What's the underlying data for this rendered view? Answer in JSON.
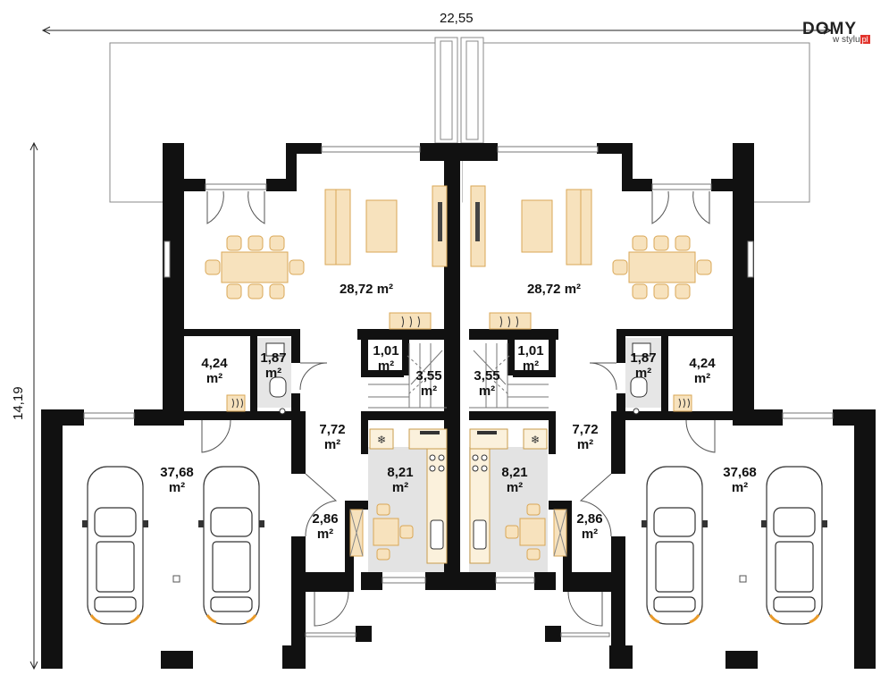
{
  "logo": {
    "brand": "DOMY",
    "tagline": "w stylu",
    "tld": "pl"
  },
  "dimensions": {
    "width": "22,55",
    "depth": "14,19"
  },
  "unit": "m²",
  "rooms_left": {
    "living": "28,72",
    "storage": "4,24",
    "wc": "1,87",
    "closet": "1,01",
    "stairs": "3,55",
    "hall": "7,72",
    "kitchen": "8,21",
    "vestibule": "2,86",
    "garage": "37,68"
  },
  "rooms_right": {
    "living": "28,72",
    "storage": "4,24",
    "wc": "1,87",
    "closet": "1,01",
    "stairs": "3,55",
    "hall": "7,72",
    "kitchen": "8,21",
    "vestibule": "2,86",
    "garage": "37,68"
  },
  "icons": [
    "boiler-icon",
    "fireplace-icon",
    "fridge-icon",
    "car-icon",
    "sink-icon",
    "toilet-icon",
    "stove-icon"
  ],
  "colors": {
    "wall": "#111111",
    "furniture": "#f7e2bd",
    "furniture_edge": "#d9a756",
    "kitchen_floor": "#e3e3e3"
  }
}
